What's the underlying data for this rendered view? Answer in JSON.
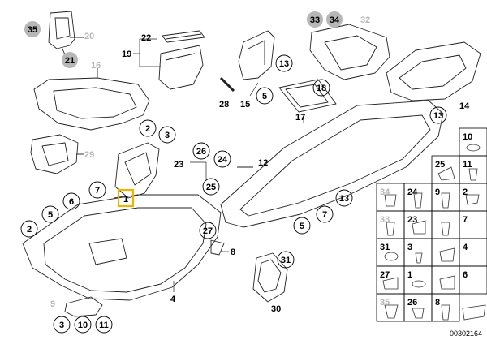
{
  "image_code": "00302164",
  "callouts": {
    "c35a": "35",
    "c20": "20",
    "c21": "21",
    "c16": "16",
    "c22": "22",
    "c19": "19",
    "c28": "28",
    "c15": "15",
    "c13a": "13",
    "c5a": "5",
    "c33a": "33",
    "c34a": "34",
    "c32": "32",
    "c18": "18",
    "c17": "17",
    "c13b": "13",
    "c14": "14",
    "c2a": "2",
    "c3a": "3",
    "c29": "29",
    "c26a": "26",
    "c23": "23",
    "c24a": "24",
    "c25a": "25",
    "c12": "12",
    "c1": "1",
    "c7a": "7",
    "c6": "6",
    "c13c": "13",
    "c2b": "2",
    "c5b": "5",
    "c5c": "5",
    "c7b": "7",
    "c27a": "27",
    "c8": "8",
    "c4": "4",
    "c31a": "31",
    "c30": "30",
    "c9": "9",
    "c3b": "3",
    "c10a": "10",
    "c11a": "11"
  },
  "parts_grid": {
    "r1": [
      "10"
    ],
    "r2": [
      "25",
      "11"
    ],
    "r3": [
      "34",
      "24",
      "9",
      "2"
    ],
    "r4": [
      "33",
      "23",
      "7"
    ],
    "r5": [
      "31",
      "3",
      "4"
    ],
    "r6": [
      "27",
      "1",
      "6"
    ],
    "r7": [
      "35",
      "26",
      "8"
    ]
  },
  "highlight_color": "#f0b400"
}
